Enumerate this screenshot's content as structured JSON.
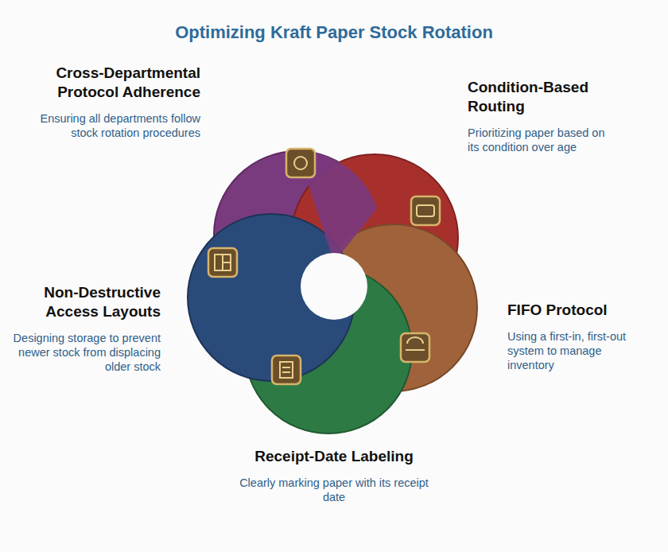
{
  "diagram": {
    "title": "Optimizing Kraft Paper Stock Rotation",
    "nodes": [
      {
        "text": [
          "Cross-Departmental Protocol Adherence",
          "Ensuring all departments follow stock rotation procedures"
        ]
      },
      {
        "text": [
          "Condition-Based Routing",
          "Prioritizing paper based on its condition over age"
        ]
      },
      {
        "text": [
          "Non-Destructive Access Layouts",
          "Designing storage to prevent newer stock from displacing older stock"
        ]
      },
      {
        "text": [
          "FIFO Protocol",
          "Using a first-in, first-out system to manage inventory"
        ]
      },
      {
        "text": [
          "Receipt-Date Labeling",
          "Clearly marking paper with its receipt date"
        ]
      }
    ]
  }
}
